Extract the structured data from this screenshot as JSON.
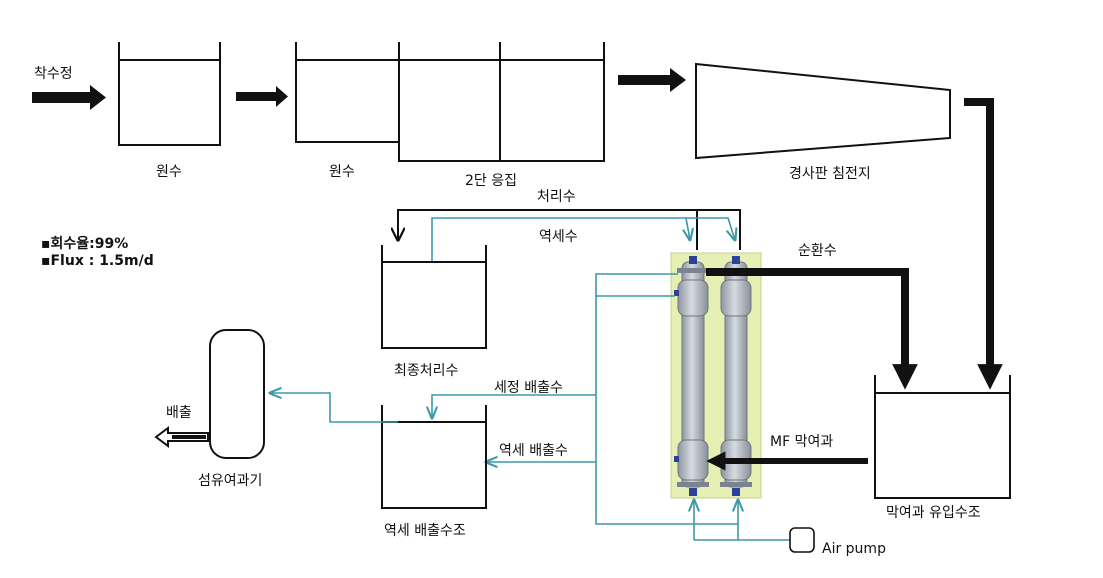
{
  "labels": {
    "intake": "착수정",
    "raw1": "원수",
    "raw2": "원수",
    "coag": "2단 응집",
    "settler": "경사판 침전지",
    "treated": "처리수",
    "backwash": "역세수",
    "recovery": "▪회수율:99%",
    "flux": "▪Flux : 1.5m/d",
    "circulation": "순환수",
    "final": "최종처리수",
    "wash_discharge": "세정 배출수",
    "discharge": "배출",
    "mf": "MF 막여과",
    "bw_discharge": "역세 배출수",
    "fiber": "섬유여과기",
    "bw_tank": "역세 배출수조",
    "membrane_tank": "막여과 유입수조",
    "air_pump": "Air pump"
  },
  "colors": {
    "line": "#111111",
    "cyan_line": "#3c9aa8",
    "module_bg": "#e6f0b4",
    "module_body": "#b3b9c2"
  }
}
